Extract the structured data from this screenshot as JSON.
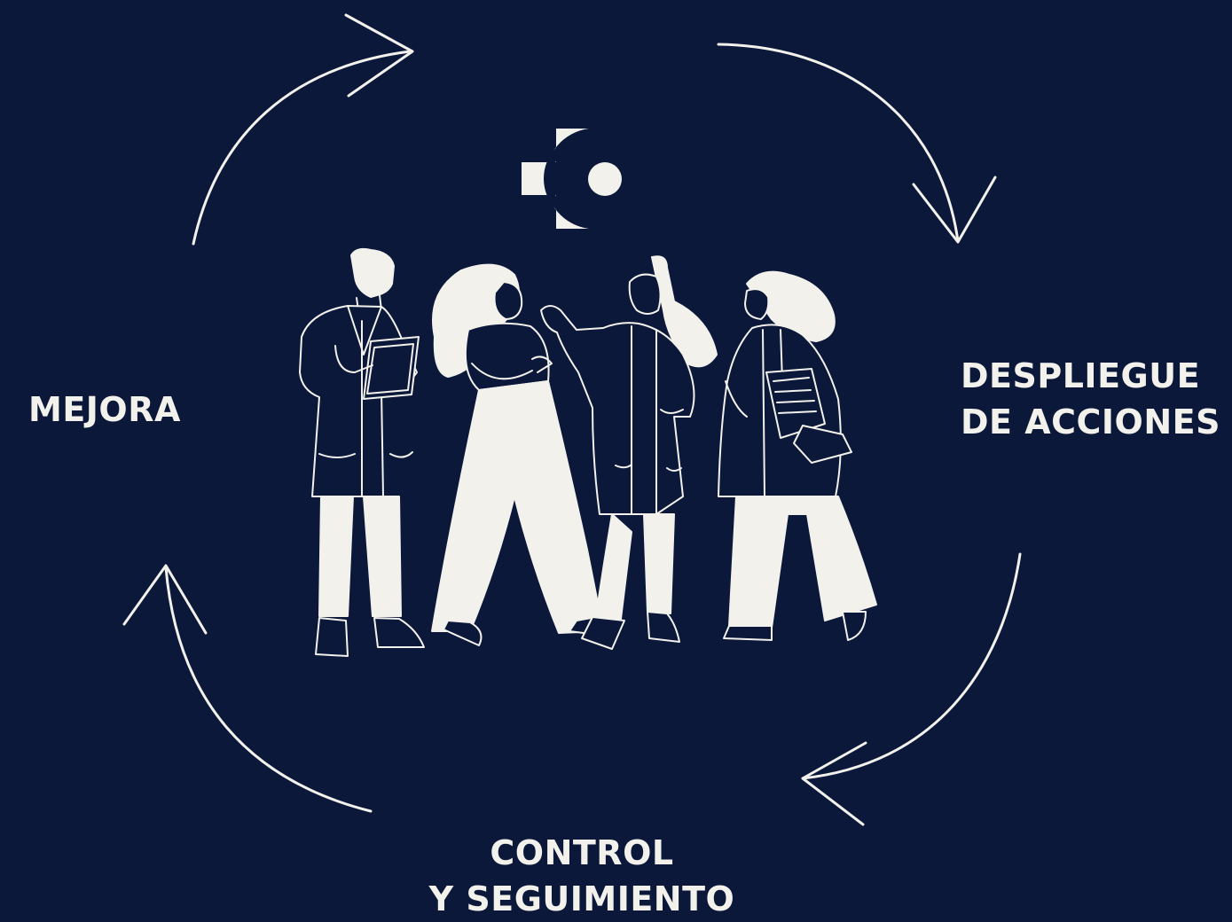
{
  "diagram": {
    "colors": {
      "background": "#0b1839",
      "foreground": "#f2f1ec"
    },
    "logo_icon": "cross-circle-logo-icon",
    "illustration": "four-health-professionals",
    "stages": [
      {
        "id": "mejora",
        "lines": [
          "MEJORA"
        ]
      },
      {
        "id": "despliegue",
        "lines": [
          "DESPLIEGUE",
          "DE ACCIONES"
        ]
      },
      {
        "id": "control",
        "lines": [
          "CONTROL",
          "Y SEGUIMIENTO"
        ]
      }
    ]
  }
}
